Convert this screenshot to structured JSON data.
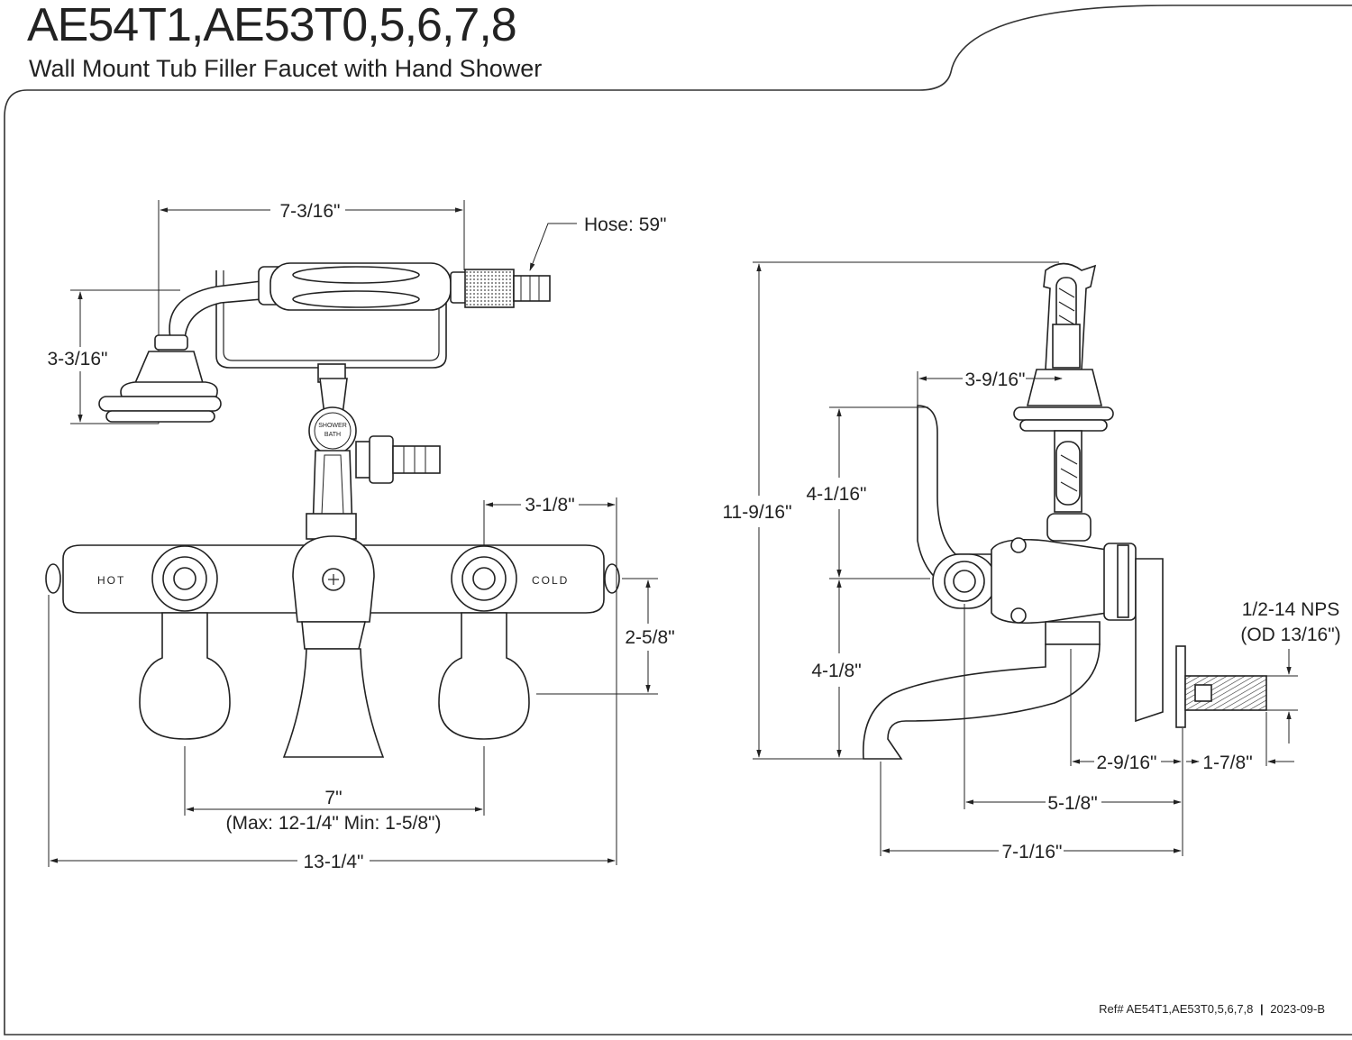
{
  "header": {
    "model_numbers": "AE54T1,AE53T0,5,6,7,8",
    "product_name": "Wall Mount Tub Filler Faucet with Hand Shower"
  },
  "front_view": {
    "dimensions": {
      "cradle_width": "7-3/16\"",
      "hose_length": "Hose: 59\"",
      "handshower_height": "3-3/16\"",
      "handle_offset": "3-1/8\"",
      "handle_height": "2-5/8\"",
      "center_spread": "7\"",
      "spread_range": "(Max: 12-1/4\" Min: 1-5/8\")",
      "overall_width": "13-1/4\""
    },
    "labels": {
      "hot": "HOT",
      "cold": "COLD",
      "diverter_top": "SHOWER",
      "diverter_bottom": "BATH"
    }
  },
  "side_view": {
    "dimensions": {
      "overall_height": "11-9/16\"",
      "spout_to_shower": "3-9/16\"",
      "upper_height": "4-1/16\"",
      "lower_height": "4-1/8\"",
      "connection": "1/2-14 NPS",
      "connection_od": "(OD 13/16\")",
      "body_depth": "2-9/16\"",
      "thread_length": "1-7/8\"",
      "center_projection": "5-1/8\"",
      "spout_reach": "7-1/16\""
    }
  },
  "footer": {
    "ref": "Ref# AE54T1,AE53T0,5,6,7,8",
    "separator": "|",
    "revision": "2023-09-B"
  }
}
